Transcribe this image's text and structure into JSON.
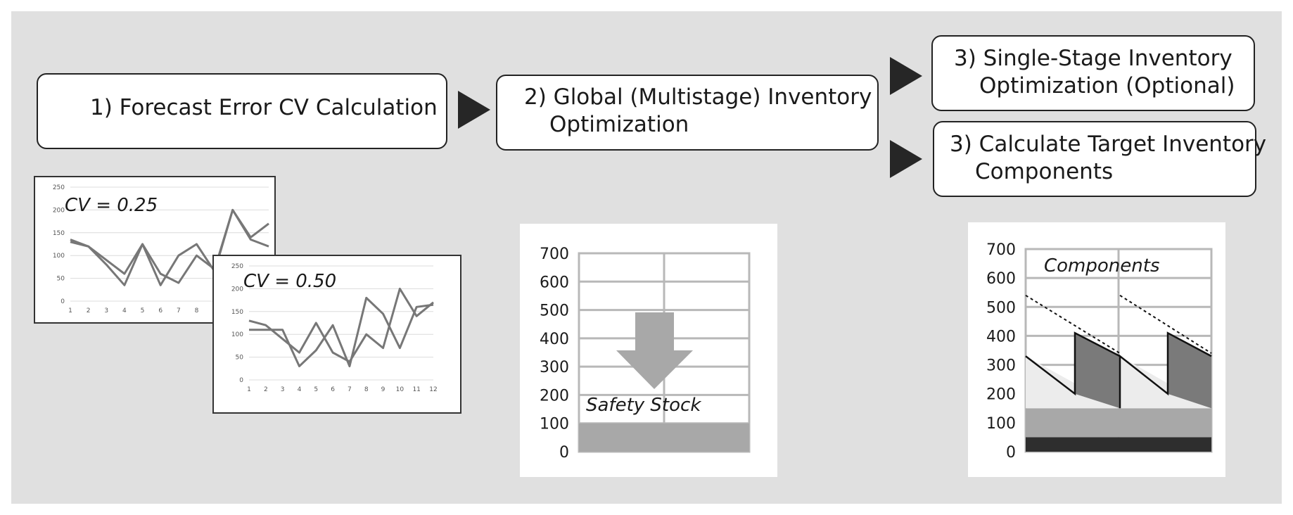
{
  "steps": {
    "forecast": {
      "line1": "1) Forecast Error CV Calculation"
    },
    "global": {
      "line1": "2) Global (Multistage) Inventory",
      "line2": "Optimization"
    },
    "single": {
      "line1": "3) Single-Stage Inventory",
      "line2": "Optimization (Optional)"
    },
    "target": {
      "line1": "3) Calculate Target Inventory",
      "line2": "Components"
    }
  },
  "colors": {
    "background": "#e0e0e0",
    "arrow": "#262626",
    "series_line": "#777777",
    "bar_fill": "#a8a8a8",
    "dark_block": "#2e2e2e",
    "light_area": "#ececec",
    "dark_area": "#7a7a7a"
  },
  "icons": {
    "arrow": "right-triangle-arrow",
    "down": "down-arrow-icon"
  },
  "chart_data": [
    {
      "type": "line",
      "annotation": "CV = 0.25",
      "x": [
        1,
        2,
        3,
        4,
        5,
        6,
        7,
        8,
        9,
        10,
        11,
        12
      ],
      "yticks": [
        "0",
        "50",
        "100",
        "150",
        "200",
        "250"
      ],
      "ylim": [
        0,
        250
      ],
      "series": [
        {
          "values": [
            130,
            120,
            90,
            60,
            125,
            60,
            40,
            100,
            70,
            200,
            140,
            170
          ]
        },
        {
          "values": [
            135,
            120,
            80,
            35,
            125,
            35,
            100,
            125,
            65,
            200,
            135,
            120
          ]
        }
      ]
    },
    {
      "type": "line",
      "annotation": "CV = 0.50",
      "x": [
        1,
        2,
        3,
        4,
        5,
        6,
        7,
        8,
        9,
        10,
        11,
        12
      ],
      "yticks": [
        "0",
        "50",
        "100",
        "150",
        "200",
        "250"
      ],
      "ylim": [
        0,
        250
      ],
      "series": [
        {
          "values": [
            130,
            120,
            90,
            60,
            125,
            60,
            40,
            100,
            70,
            200,
            140,
            170
          ]
        },
        {
          "values": [
            110,
            110,
            110,
            30,
            65,
            120,
            30,
            180,
            145,
            70,
            160,
            165
          ]
        }
      ]
    },
    {
      "type": "bar",
      "annotation": "Safety Stock",
      "yticks": [
        "0",
        "100",
        "200",
        "300",
        "400",
        "500",
        "600",
        "700"
      ],
      "ylim": [
        0,
        700
      ],
      "values": [
        100
      ]
    },
    {
      "type": "area",
      "annotation": "Components",
      "yticks": [
        "0",
        "100",
        "200",
        "300",
        "400",
        "500",
        "600",
        "700"
      ],
      "ylim": [
        0,
        700
      ],
      "bands": [
        {
          "from": 0,
          "to": 50
        },
        {
          "from": 50,
          "to": 150
        }
      ],
      "sawtooth": {
        "peak": 330,
        "low": 150
      },
      "reorder_top": 410,
      "dashed_start": 540,
      "dashed_end": 340
    }
  ]
}
